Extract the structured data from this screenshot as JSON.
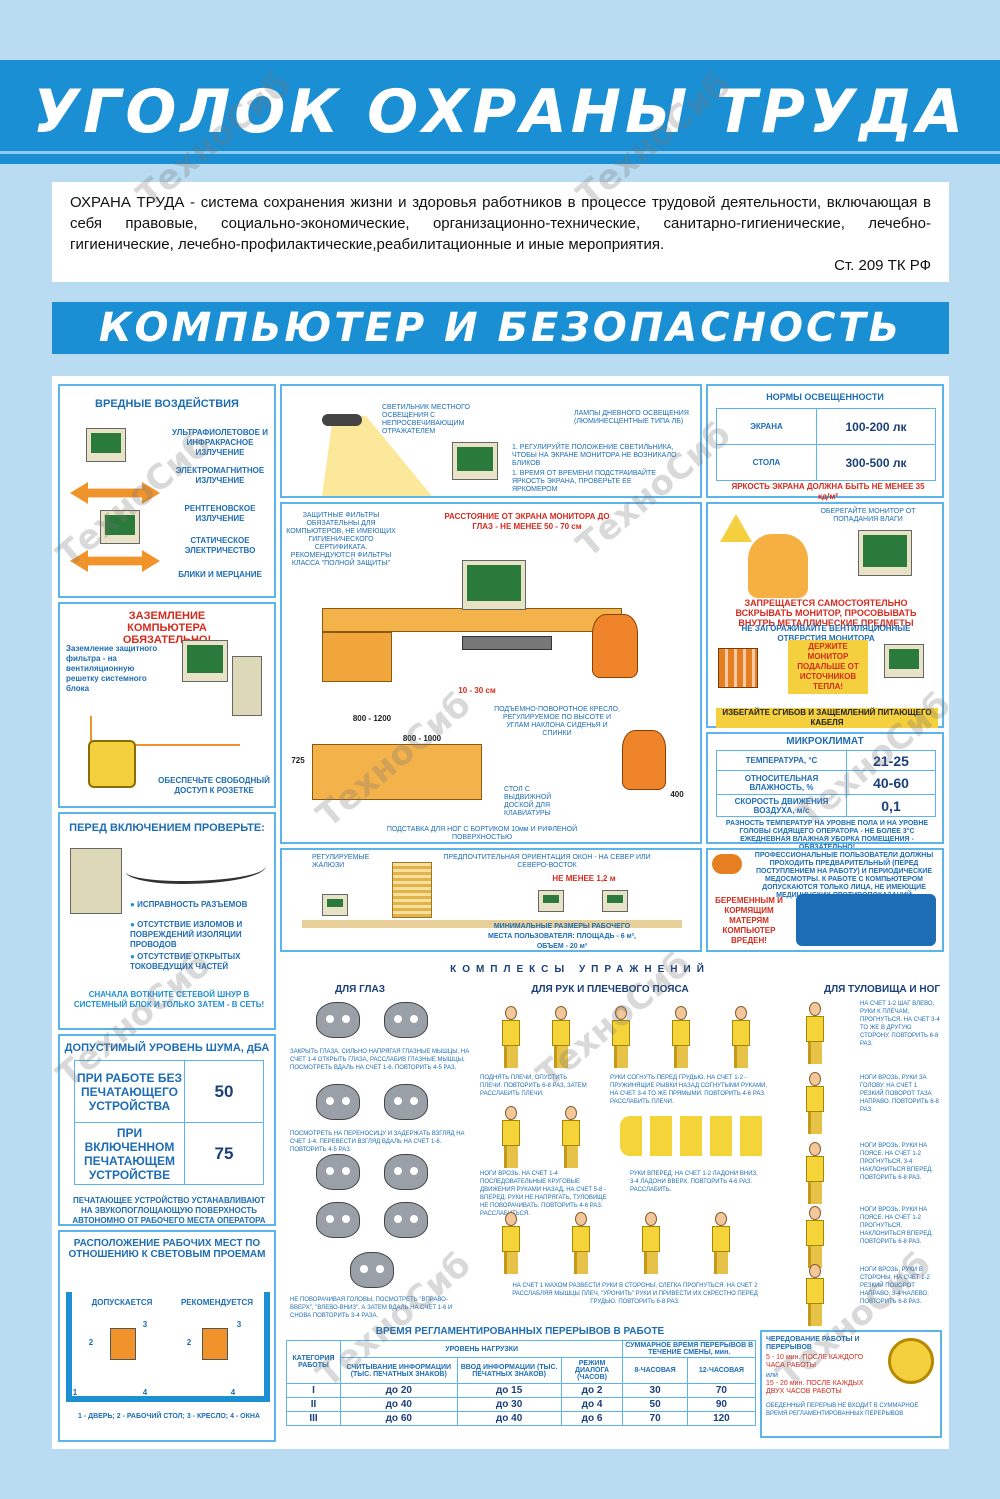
{
  "header": {
    "title": "УГОЛОК ОХРАНЫ ТРУДА",
    "definition": "ОХРАНА ТРУДА - система сохранения жизни и здоровья работников в процессе трудовой деятельности, включающая в себя правовые, социально-экономические, организационно-технические, санитарно-гигиенические, лечебно-гигиенические, лечебно-профилактические,реабилитационные и иные мероприятия.",
    "reference": "Ст. 209 ТК РФ",
    "subtitle": "КОМПЬЮТЕР И БЕЗОПАСНОСТЬ"
  },
  "watermark": "ТехноСиб",
  "harmful": {
    "title": "ВРЕДНЫЕ ВОЗДЕЙСТВИЯ",
    "items": [
      "УЛЬТРАФИОЛЕТОВОЕ И ИНФРАКРАСНОЕ ИЗЛУЧЕНИЕ",
      "ЭЛЕКТРОМАГНИТНОЕ ИЗЛУЧЕНИЕ",
      "РЕНТГЕНОВСКОЕ ИЗЛУЧЕНИЕ",
      "СТАТИЧЕСКОЕ ЭЛЕКТРИЧЕСТВО",
      "БЛИКИ И МЕРЦАНИЕ"
    ]
  },
  "grounding": {
    "title": "ЗАЗЕМЛЕНИЕ КОМПЬЮТЕРА ОБЯЗАТЕЛЬНО!",
    "note": "Заземление защитного фильтра - на вентиляционную решетку системного блока",
    "socket": "ОБЕСПЕЧЬТЕ СВОБОДНЫЙ ДОСТУП К РОЗЕТКЕ"
  },
  "check": {
    "title": "ПЕРЕД ВКЛЮЧЕНИЕМ ПРОВЕРЬТЕ:",
    "items": [
      "ИСПРАВНОСТЬ РАЗЪЕМОВ",
      "ОТСУТСТВИЕ ИЗЛОМОВ И ПОВРЕЖДЕНИЙ ИЗОЛЯЦИИ ПРОВОДОВ",
      "ОТСУТСТВИЕ ОТКРЫТЫХ ТОКОВЕДУЩИХ ЧАСТЕЙ"
    ],
    "warning": "СНАЧАЛА ВОТКНИТЕ СЕТЕВОЙ ШНУР В СИСТЕМНЫЙ БЛОК И ТОЛЬКО ЗАТЕМ - В СЕТЬ!"
  },
  "noise": {
    "title": "ДОПУСТИМЫЙ УРОВЕНЬ ШУМА, дБА",
    "rows": [
      {
        "label": "ПРИ РАБОТЕ БЕЗ ПЕЧАТАЮЩЕГО УСТРОЙСТВА",
        "value": "50"
      },
      {
        "label": "ПРИ ВКЛЮЧЕННОМ ПЕЧАТАЮЩЕМ УСТРОЙСТВЕ",
        "value": "75"
      }
    ],
    "note": "ПЕЧАТАЮЩЕЕ УСТРОЙСТВО УСТАНАВЛИВАЮТ НА ЗВУКОПОГЛОЩАЮЩУЮ ПОВЕРХНОСТЬ АВТОНОМНО ОТ РАБОЧЕГО МЕСТА ОПЕРАТОРА"
  },
  "placement": {
    "title": "РАСПОЛОЖЕНИЕ РАБОЧИХ МЕСТ ПО ОТНОШЕНИЮ К СВЕТОВЫМ ПРОЕМАМ",
    "allowed": "ДОПУСКАЕТСЯ",
    "recommended": "РЕКОМЕНДУЕТСЯ",
    "legend": "1 - ДВЕРЬ; 2 - РАБОЧИЙ СТОЛ; 3 - КРЕСЛО; 4 - ОКНА",
    "n1": "1",
    "n2": "2",
    "n3": "3",
    "n4": "4"
  },
  "lighting": {
    "local": "СВЕТИЛЬНИК МЕСТНОГО ОСВЕЩЕНИЯ С НЕПРОСВЕЧИВАЮЩИМ ОТРАЖАТЕЛЕМ",
    "lamps": "ЛАМПЫ ДНЕВНОГО ОСВЕЩЕНИЯ (ЛЮМИНЕСЦЕНТНЫЕ ТИПА ЛБ)",
    "tip1": "1. РЕГУЛИРУЙТЕ ПОЛОЖЕНИЕ СВЕТИЛЬНИКА, ЧТОБЫ НА ЭКРАНЕ МОНИТОРА НЕ ВОЗНИКАЛО БЛИКОВ",
    "tip2": "1. ВРЕМЯ ОТ ВРЕМЕНИ ПОДСТРАИВАЙТЕ ЯРКОСТЬ ЭКРАНА, ПРОВЕРЬТЕ ЕЕ ЯРКОМЕРОМ"
  },
  "norms": {
    "title": "НОРМЫ ОСВЕЩЕННОСТИ",
    "rows": [
      {
        "label": "ЭКРАНА",
        "value": "100-200 лк"
      },
      {
        "label": "СТОЛА",
        "value": "300-500 лк"
      }
    ],
    "note": "ЯРКОСТЬ ЭКРАНА ДОЛЖНА БЫТЬ НЕ МЕНЕЕ 35 кд/м²"
  },
  "workplace": {
    "filters": "ЗАЩИТНЫЕ ФИЛЬТРЫ ОБЯЗАТЕЛЬНЫ ДЛЯ КОМПЬЮТЕРОВ, НЕ ИМЕЮЩИХ ГИГИЕНИЧЕСКОГО СЕРТИФИКАТА. РЕКОМЕНДУЮТСЯ ФИЛЬТРЫ КЛАССА \"ПОЛНОЙ ЗАЩИТЫ\"",
    "distance": "РАССТОЯНИЕ ОТ ЭКРАНА МОНИТОРА ДО ГЛАЗ - НЕ МЕНЕЕ 50 - 70 см",
    "knees": "10 - 30 см",
    "dim1": "800 - 1200",
    "dim2": "800 - 1000",
    "dim3": "725",
    "dim4": "400",
    "chair": "ПОДЪЕМНО-ПОВОРОТНОЕ КРЕСЛО, РЕГУЛИРУЕМОЕ ПО ВЫСОТЕ И УГЛАМ НАКЛОНА СИДЕНЬЯ И СПИНКИ",
    "desk": "СТОЛ С ВЫДВИЖНОЙ ДОСКОЙ ДЛЯ КЛАВИАТУРЫ",
    "footrest": "ПОДСТАВКА ДЛЯ НОГ С БОРТИКОМ 10мм И РИФЛЕНОЙ ПОВЕРХНОСТЬЮ"
  },
  "room": {
    "blinds": "РЕГУЛИРУЕМЫЕ ЖАЛЮЗИ",
    "orient": "ПРЕДПОЧТИТЕЛЬНАЯ ОРИЕНТАЦИЯ ОКОН - НА СЕВЕР ИЛИ СЕВЕРО-ВОСТОК",
    "dist": "НЕ МЕНЕЕ 1,2 м",
    "min": "МИНИМАЛЬНЫЕ РАЗМЕРЫ РАБОЧЕГО МЕСТА ПОЛЬЗОВАТЕЛЯ: ПЛОЩАДЬ - 6 м², ОБЪЕМ - 20 м³"
  },
  "safety": {
    "water": "ОБЕРЕГАЙТЕ МОНИТОР ОТ ПОПАДАНИЯ ВЛАГИ",
    "forbidden": "ЗАПРЕЩАЕТСЯ САМОСТОЯТЕЛЬНО ВСКРЫВАТЬ МОНИТОР, ПРОСОВЫВАТЬ ВНУТРЬ МЕТАЛЛИЧЕСКИЕ ПРЕДМЕТЫ",
    "vent": "НЕ ЗАГОРАЖИВАЙТЕ ВЕНТИЛЯЦИОННЫЕ ОТВЕРСТИЯ МОНИТОРА",
    "heat": "ДЕРЖИТЕ МОНИТОР ПОДАЛЬШЕ ОТ ИСТОЧНИКОВ ТЕПЛА!",
    "cable": "ИЗБЕГАЙТЕ СГИБОВ И ЗАЩЕМЛЕНИЙ ПИТАЮЩЕГО КАБЕЛЯ"
  },
  "climate": {
    "title": "МИКРОКЛИМАТ",
    "rows": [
      {
        "label": "ТЕМПЕРАТУРА, °С",
        "value": "21-25"
      },
      {
        "label": "ОТНОСИТЕЛЬНАЯ ВЛАЖНОСТЬ, %",
        "value": "40-60"
      },
      {
        "label": "СКОРОСТЬ ДВИЖЕНИЯ ВОЗДУХА, м/с",
        "value": "0,1"
      }
    ],
    "note1": "РАЗНОСТЬ ТЕМПЕРАТУР НА УРОВНЕ ПОЛА И НА УРОВНЕ ГОЛОВЫ СИДЯЩЕГО ОПЕРАТОРА - НЕ БОЛЕЕ 3°С",
    "note2": "ЕЖЕДНЕВНАЯ ВЛАЖНАЯ УБОРКА ПОМЕЩЕНИЯ - ОБЯЗАТЕЛЬНО!"
  },
  "medical": {
    "text": "ПРОФЕССИОНАЛЬНЫЕ ПОЛЬЗОВАТЕЛИ ДОЛЖНЫ ПРОХОДИТЬ ПРЕДВАРИТЕЛЬНЫЙ (ПЕРЕД ПОСТУПЛЕНИЕМ НА РАБОТУ) И ПЕРИОДИЧЕСКИЕ МЕДОСМОТРЫ. К РАБОТЕ С КОМПЬЮТЕРОМ ДОПУСКАЮТСЯ ТОЛЬКО ЛИЦА, НЕ ИМЕЮЩИЕ МЕДИЦИНСКИХ ПРОТИВОПОКАЗАНИЙ",
    "pregnant": "БЕРЕМЕННЫМ И КОРМЯЩИМ МАТЕРЯМ КОМПЬЮТЕР ВРЕДЕН!"
  },
  "exercises": {
    "title": "КОМПЛЕКСЫ УПРАЖНЕНИЙ",
    "eyes": "ДЛЯ ГЛАЗ",
    "arms": "ДЛЯ РУК И ПЛЕЧЕВОГО ПОЯСА",
    "torso": "ДЛЯ ТУЛОВИЩА И НОГ",
    "eye1": "ЗАКРЫТЬ ГЛАЗА, СИЛЬНО НАПРЯГАЯ ГЛАЗНЫЕ МЫШЦЫ, НА СЧЕТ 1-4 ОТКРЫТЬ ГЛАЗА, РАССЛАБИВ ГЛАЗНЫЕ МЫШЦЫ, ПОСМОТРЕТЬ ВДАЛЬ НА СЧЕТ 1-6. ПОВТОРИТЬ 4-5 РАЗ.",
    "eye2": "ПОСМОТРЕТЬ НА ПЕРЕНОСИЦУ И ЗАДЕРЖАТЬ ВЗГЛЯД НА СЧЕТ 1-4. ПЕРЕВЕСТИ ВЗГЛЯД ВДАЛЬ НА СЧЕТ 1-6. ПОВТОРИТЬ 4-5 РАЗ.",
    "eye3": "НЕ ПОВОРАЧИВАЯ ГОЛОВЫ, ПОСМОТРЕТЬ \"ВПРАВО-ВВЕРХ\", \"ВЛЕВО-ВНИЗ\", А ЗАТЕМ ВДАЛЬ НА СЧЕТ 1-6 И СНОВА ПОВТОРИТЬ 3-4 РАЗА.",
    "arm1": "ПОДНЯТЬ ПЛЕЧИ, ОПУСТИТЬ ПЛЕЧИ. ПОВТОРИТЬ 6-8 РАЗ, ЗАТЕМ РАССЛАБИТЬ ПЛЕЧИ.",
    "arm2": "РУКИ СОГНУТЬ ПЕРЕД ГРУДЬЮ. НА СЧЕТ 1-2 - ПРУЖИНЯЩИЕ РЫВКИ НАЗАД СОГНУТЫМИ РУКАМИ, НА СЧЕТ 3-4 ТО ЖЕ ПРЯМЫМИ. ПОВТОРИТЬ 4-6 РАЗ. РАССЛАБИТЬ ПЛЕЧИ.",
    "arm3": "НОГИ ВРОЗЬ. НА СЧЕТ 1-4 ПОСЛЕДОВАТЕЛЬНЫЕ КРУГОВЫЕ ДВИЖЕНИЯ РУКАМИ НАЗАД, НА СЧЕТ 5-8 - ВПЕРЕД. РУКИ НЕ НАПРЯГАТЬ, ТУЛОВИЩЕ НЕ ПОВОРАЧИВАТЬ. ПОВТОРИТЬ 4-6 РАЗ. РАССЛАБИТЬСЯ.",
    "arm4": "РУКИ ВПЕРЕД. НА СЧЕТ 1-2 ЛАДОНИ ВНИЗ, 3-4 ЛАДОНИ ВВЕРХ. ПОВТОРИТЬ 4-6 РАЗ. РАССЛАБИТЬ.",
    "arm5": "НА СЧЕТ 1 МАХОМ РАЗВЕСТИ РУКИ В СТОРОНЫ, СЛЕГКА ПРОГНУТЬСЯ. НА СЧЕТ 2 РАССЛАБЛЯЯ МЫШЦЫ ПЛЕЧ, \"УРОНИТЬ\" РУКИ И ПРИВЕСТИ ИХ СКРЕСТНО ПЕРЕД ГРУДЬЮ. ПОВТОРИТЬ 6-8 РАЗ.",
    "t1": "НА СЧЕТ 1-2 ШАГ ВЛЕВО, РУКИ К ПЛЕЧАМ, ПРОГНУТЬСЯ. НА СЧЕТ 3-4 ТО ЖЕ В ДРУГУЮ СТОРОНУ. ПОВТОРИТЬ 6-8 РАЗ.",
    "t2": "НОГИ ВРОЗЬ, РУКИ ЗА ГОЛОВУ. НА СЧЕТ 1 РЕЗКИЙ ПОВОРОТ ТАЗА НАПРАВО. ПОВТОРИТЬ 6-8 РАЗ.",
    "t3": "НОГИ ВРОЗЬ, РУКИ НА ПОЯСЕ. НА СЧЕТ 1-2 ПРОГНУТЬСЯ, 3-4 НАКЛОНИТЬСЯ ВПЕРЕД. ПОВТОРИТЬ 6-8 РАЗ.",
    "t4": "НОГИ ВРОЗЬ, РУКИ НА ПОЯСЕ. НА СЧЕТ 1-2 ПРОГНУТЬСЯ, НАКЛОНИТЬСЯ ВПЕРЕД. ПОВТОРИТЬ 6-8 РАЗ.",
    "t5": "НОГИ ВРОЗЬ, РУКИ В СТОРОНЫ. НА СЧЕТ 1-2 РЕЗКИЙ ПОВОРОТ НАПРАВО, 3-4 НАЛЕВО. ПОВТОРИТЬ 6-8 РАЗ."
  },
  "breaks": {
    "title": "ВРЕМЯ РЕГЛАМЕНТИРОВАННЫХ ПЕРЕРЫВОВ В РАБОТЕ",
    "h_cat": "КАТЕГОРИЯ РАБОТЫ",
    "h_load": "УРОВЕНЬ НАГРУЗКИ",
    "h_total": "СУММАРНОЕ ВРЕМЯ ПЕРЕРЫВОВ В ТЕЧЕНИЕ СМЕНЫ, мин.",
    "h_read": "СЧИТЫВАНИЕ ИНФОРМАЦИИ (ТЫС. ПЕЧАТНЫХ ЗНАКОВ)",
    "h_input": "ВВОД ИНФОРМАЦИИ (ТЫС. ПЕЧАТНЫХ ЗНАКОВ)",
    "h_dialog": "РЕЖИМ ДИАЛОГА (ЧАСОВ)",
    "h_8": "8-ЧАСОВАЯ",
    "h_12": "12-ЧАСОВАЯ",
    "rows": [
      {
        "cat": "I",
        "read": "до 20",
        "input": "до 15",
        "dialog": "до 2",
        "h8": "30",
        "h12": "70"
      },
      {
        "cat": "II",
        "read": "до 40",
        "input": "до 30",
        "dialog": "до 4",
        "h8": "50",
        "h12": "90"
      },
      {
        "cat": "III",
        "read": "до 60",
        "input": "до 40",
        "dialog": "до 6",
        "h8": "70",
        "h12": "120"
      }
    ],
    "side": "ЧЕРЕДОВАНИЕ РАБОТЫ И ПЕРЕРЫВОВ",
    "side1": "5 - 10 мин. ПОСЛЕ КАЖДОГО ЧАСА РАБОТЫ",
    "side_or": "или",
    "side2": "15 - 20 мин. ПОСЛЕ КАЖДЫХ ДВУХ ЧАСОВ РАБОТЫ",
    "side3": "ОБЕДЕННЫЙ ПЕРЕРЫВ НЕ ВХОДИТ В СУММАРНОЕ ВРЕМЯ РЕГЛАМЕНТИРОВАННЫХ ПЕРЕРЫВОВ"
  }
}
